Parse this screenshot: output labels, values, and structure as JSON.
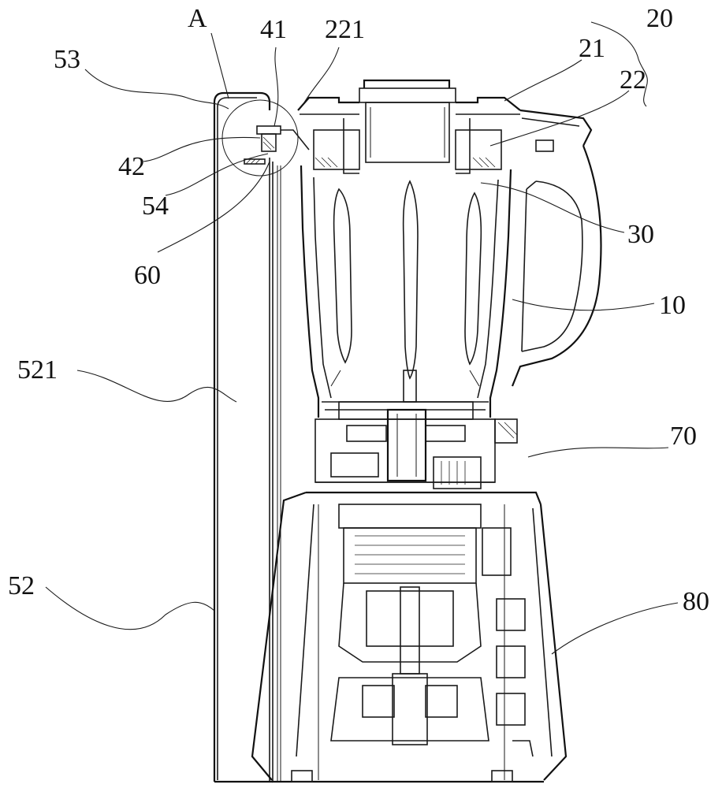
{
  "figure": {
    "labels": {
      "A": "A",
      "n41": "41",
      "n221": "221",
      "n20": "20",
      "n53": "53",
      "n21": "21",
      "n22": "22",
      "n42": "42",
      "n54": "54",
      "n60": "60",
      "n30": "30",
      "n10": "10",
      "n521": "521",
      "n70": "70",
      "n52": "52",
      "n80": "80"
    }
  }
}
